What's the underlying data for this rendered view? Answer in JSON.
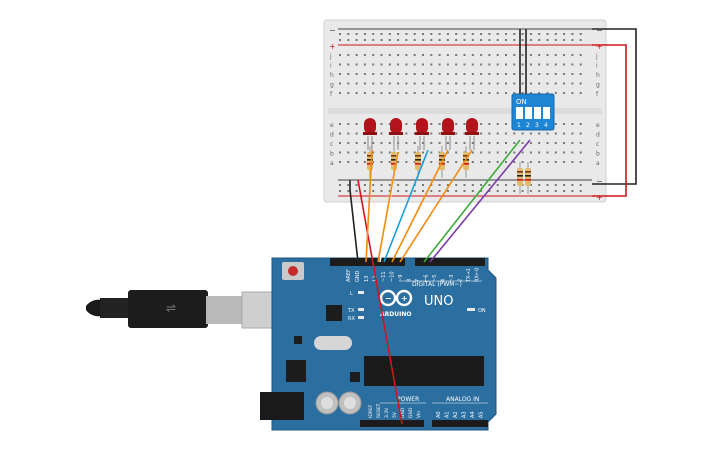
{
  "board": {
    "brand": "ARDUINO",
    "model": "UNO",
    "on_label": "ON",
    "digital_label": "DIGITAL (PWM~)",
    "power_label": "POWER",
    "analog_label": "ANALOG IN",
    "l_label": "L",
    "tx_label": "TX",
    "rx_label": "RX",
    "aref": "AREF",
    "gnd": "GND",
    "digital_pins": [
      "13",
      "12",
      "~11",
      "~10",
      "~9",
      "8",
      "7",
      "~6",
      "~5",
      "4",
      "~3",
      "2",
      "TX→1",
      "RX←0"
    ],
    "power_pins": [
      "IOREF",
      "RESET",
      "3.3V",
      "5V",
      "GND",
      "GND",
      "Vin"
    ],
    "analog_pins": [
      "A0",
      "A1",
      "A2",
      "A3",
      "A4",
      "A5"
    ]
  },
  "dip_switch": {
    "on_label": "ON",
    "positions": [
      "1",
      "2",
      "3",
      "4"
    ]
  },
  "breadboard": {
    "row_letters_top": [
      "j",
      "i",
      "h",
      "g",
      "f"
    ],
    "row_letters_bottom": [
      "e",
      "d",
      "c",
      "b",
      "a"
    ],
    "plus": "+",
    "minus": "−"
  },
  "colors": {
    "board": "#2b6ea0",
    "breadboard": "#e8e8e8",
    "led": "#b3141b",
    "wire_red": "#d0161d",
    "wire_black": "#222222",
    "wire_orange": "#f08a11",
    "wire_blue": "#1a9ed9",
    "wire_green": "#3cab3c",
    "wire_purple": "#7a3aa8",
    "wire_white": "#ffffff"
  }
}
